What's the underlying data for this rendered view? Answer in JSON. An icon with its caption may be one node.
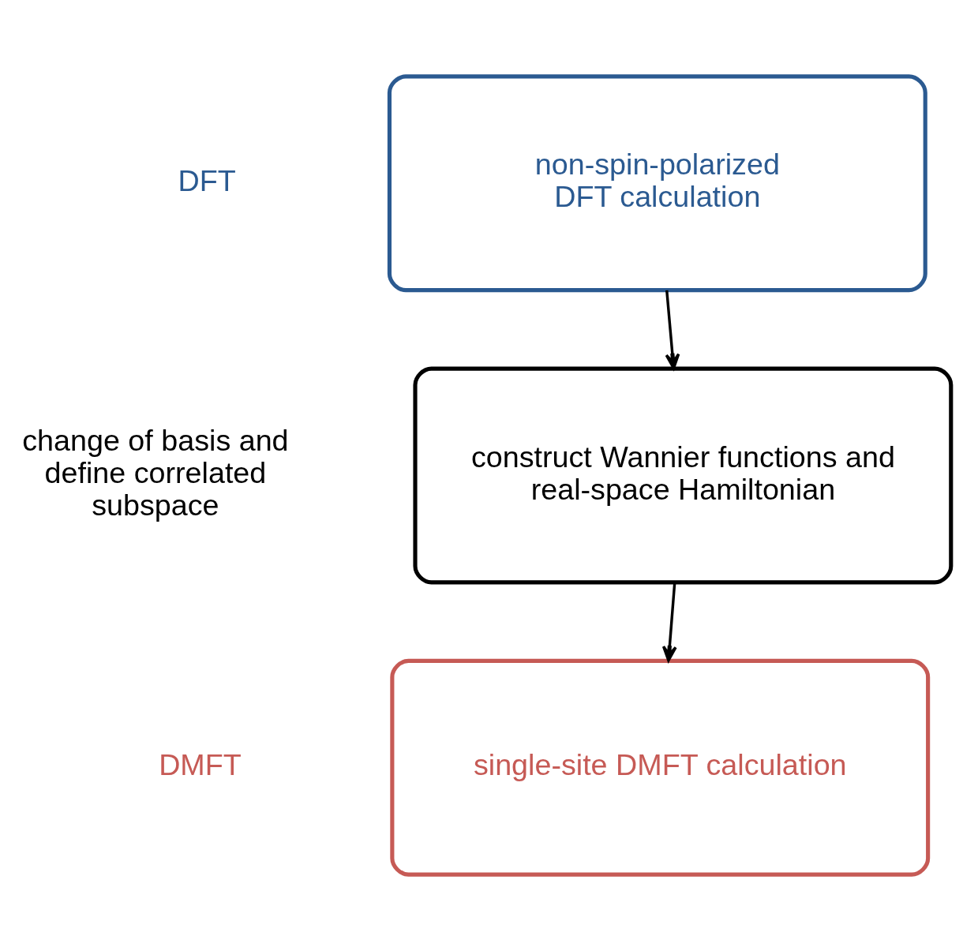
{
  "diagram": {
    "nodes": [
      {
        "text": [
          "non-spin-polarized DFT calculation"
        ]
      },
      {
        "text": [
          "construct Wannier functions and real-space Hamiltonian"
        ]
      },
      {
        "text": [
          "single-site DMFT calculation"
        ]
      }
    ],
    "edges": [
      {
        "from": 0,
        "to": 1,
        "arrow": "to"
      },
      {
        "from": 1,
        "to": 2,
        "arrow": "to"
      }
    ],
    "labels": [
      "DFT",
      "change of basis and define correlated subspace",
      "DMFT"
    ]
  }
}
